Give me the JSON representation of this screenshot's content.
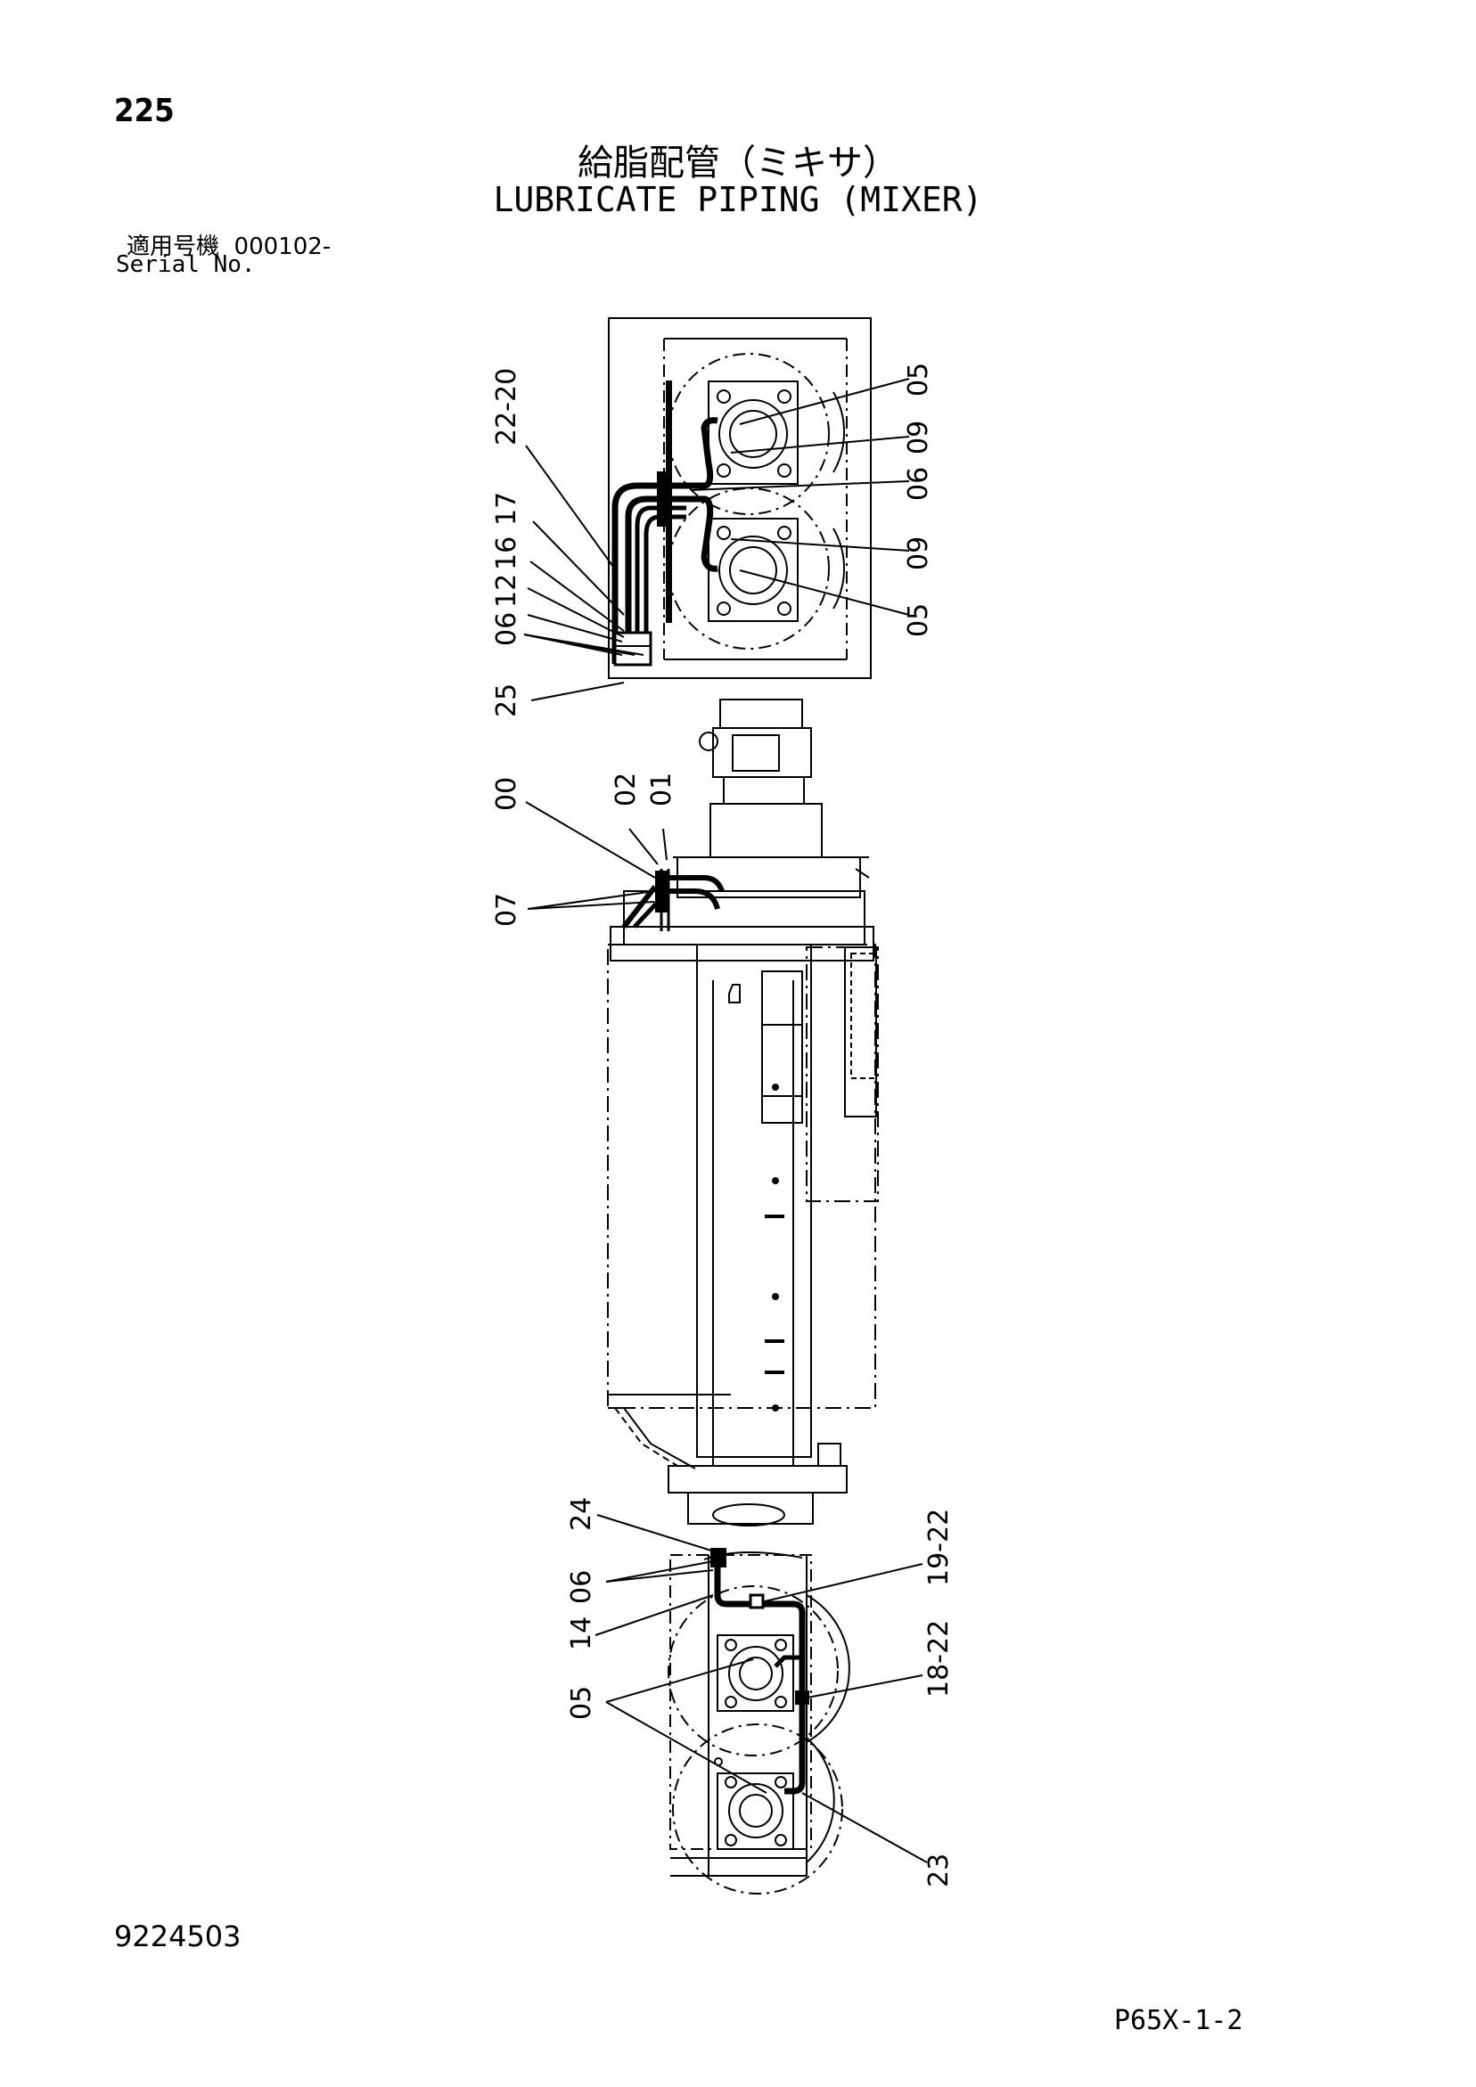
{
  "page_number": "225",
  "title_jp": "給脂配管（ミキサ）",
  "title_en": "LUBRICATE PIPING (MIXER)",
  "serial": {
    "label_jp": "適用号機",
    "value": "000102-",
    "label_en": "Serial No."
  },
  "drawing_number": "9224503",
  "page_code": "P65X-1-2",
  "callouts": {
    "top": [
      "22-20",
      "17",
      "16",
      "12",
      "06",
      "25",
      "05",
      "09",
      "06",
      "09",
      "05"
    ],
    "middle": [
      "00",
      "02",
      "01",
      "07"
    ],
    "bottom": [
      "24",
      "06",
      "14",
      "05",
      "19-22",
      "18-22",
      "23"
    ]
  }
}
